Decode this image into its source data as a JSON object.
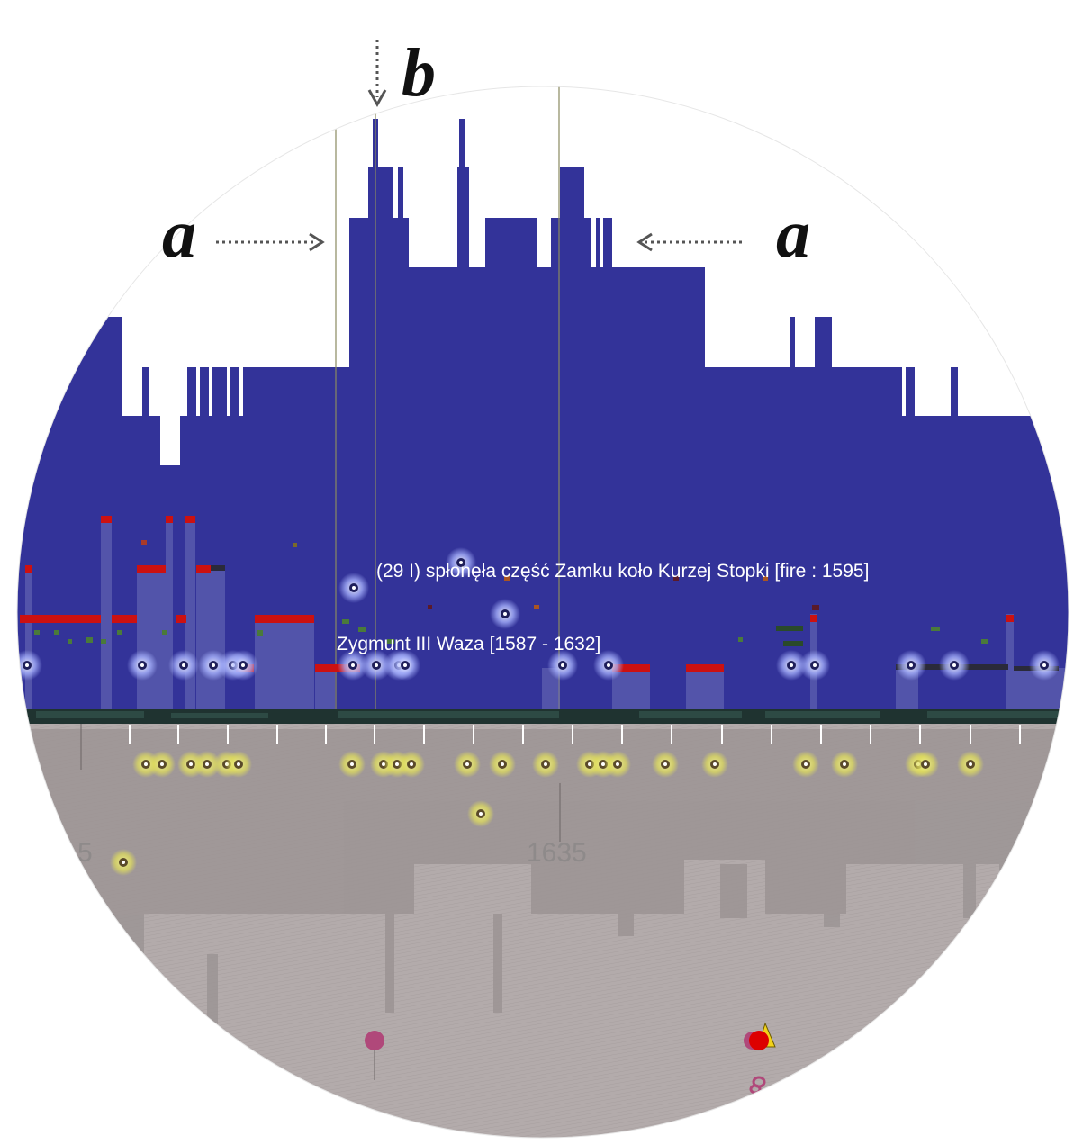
{
  "annotations": {
    "a_left": "a",
    "a_right": "a",
    "b": "b"
  },
  "labels": {
    "fire_event": "(29 I) spłonęła część Zamku koło Kurzej Stopki [fire : 1595]",
    "reign": "Zygmunt III Waza [1587 - 1632]"
  },
  "axis": {
    "year_left_partial": "5",
    "year_center": "1635"
  },
  "colors": {
    "skyline": "#333399",
    "ground": "#b1a9a9",
    "event_bar": "#cc1111",
    "glow_blue": "#a9b4ff",
    "glow_yellow": "#e2e05a",
    "marker_magenta": "#b0487a",
    "marker_red": "#dd0000",
    "marker_yellow": "#f2d21a"
  }
}
